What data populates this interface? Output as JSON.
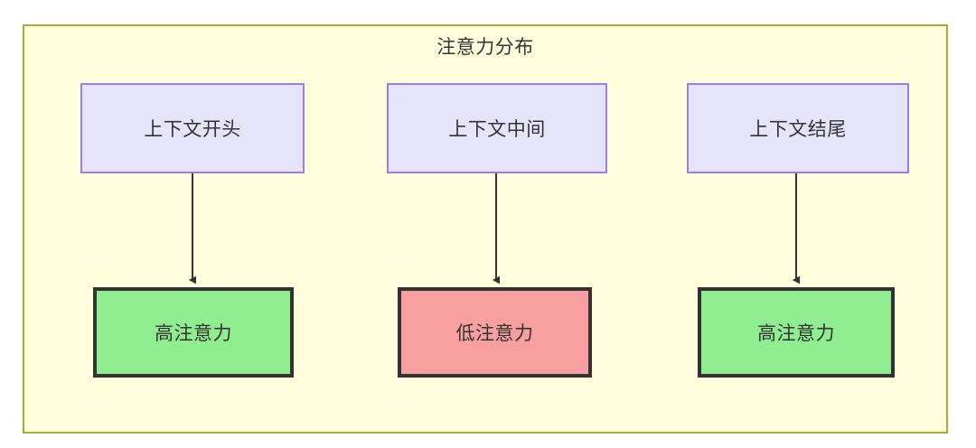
{
  "diagram": {
    "title": "注意力分布",
    "frame": {
      "fill": "#ffffdd",
      "stroke": "#aaaa33"
    },
    "node_styles": {
      "context_fill": "#e6e4fb",
      "context_stroke": "#9a7fe0",
      "high_attention_fill": "#90ee90",
      "low_attention_fill": "#f8a0a0",
      "attention_stroke": "#333333"
    },
    "columns": [
      {
        "context": {
          "label": "上下文开头"
        },
        "attention": {
          "label": "高注意力",
          "level": "high"
        },
        "edge": {
          "name": "edge-start"
        }
      },
      {
        "context": {
          "label": "上下文中间"
        },
        "attention": {
          "label": "低注意力",
          "level": "low"
        },
        "edge": {
          "name": "edge-middle"
        }
      },
      {
        "context": {
          "label": "上下文结尾"
        },
        "attention": {
          "label": "高注意力",
          "level": "high"
        },
        "edge": {
          "name": "edge-end"
        }
      }
    ]
  }
}
